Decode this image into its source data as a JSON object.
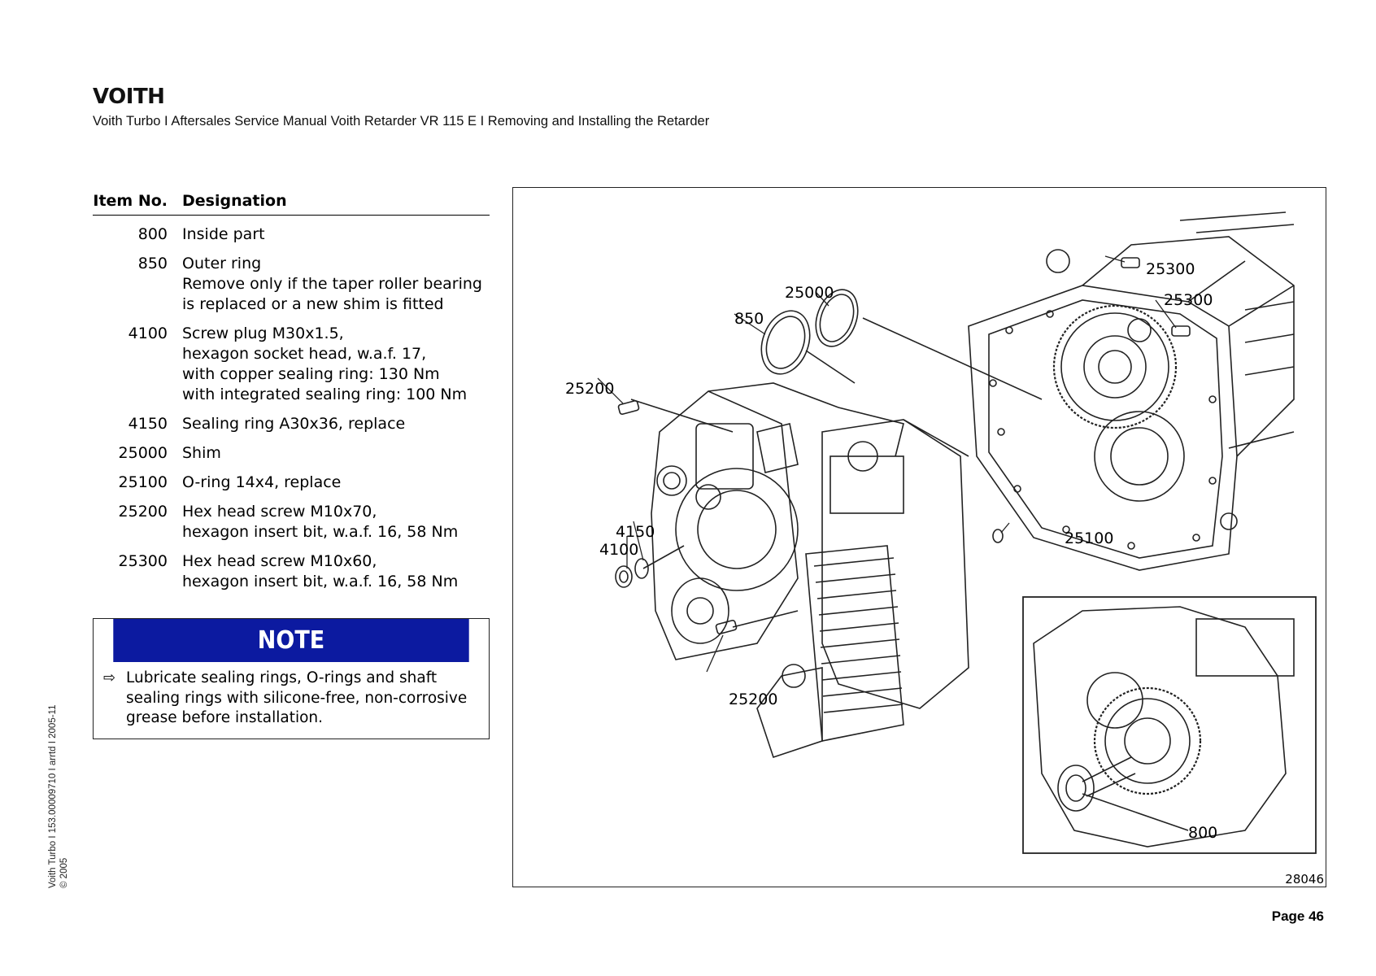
{
  "header": {
    "logo": "VOITH",
    "subtitle": "Voith Turbo I Aftersales Service Manual Voith Retarder VR 115 E I Removing and Installing the Retarder"
  },
  "parts_table": {
    "headers": [
      "Item No.",
      "Designation"
    ],
    "rows": [
      {
        "no": "800",
        "lines": [
          "Inside part"
        ]
      },
      {
        "no": "850",
        "lines": [
          "Outer ring",
          "Remove only if the taper roller bearing",
          "is replaced or a new shim is fitted"
        ]
      },
      {
        "no": "4100",
        "lines": [
          "Screw plug M30x1.5,",
          "hexagon socket head, w.a.f. 17,",
          "with copper sealing ring: 130 Nm",
          "with integrated sealing ring: 100 Nm"
        ]
      },
      {
        "no": "4150",
        "lines": [
          "Sealing ring A30x36, replace"
        ]
      },
      {
        "no": "25000",
        "lines": [
          "Shim"
        ]
      },
      {
        "no": "25100",
        "lines": [
          "O-ring 14x4, replace"
        ]
      },
      {
        "no": "25200",
        "lines": [
          "Hex head screw M10x70,",
          "hexagon insert bit, w.a.f. 16, 58 Nm"
        ]
      },
      {
        "no": "25300",
        "lines": [
          "Hex head screw M10x60,",
          "hexagon insert bit, w.a.f. 16, 58 Nm"
        ]
      }
    ]
  },
  "note": {
    "title": "NOTE",
    "arrow_icon": "⇨",
    "lines": [
      "Lubricate sealing rings, O-rings and shaft",
      "sealing rings with silicone-free, non-corrosive",
      "grease before installation."
    ]
  },
  "figure": {
    "callouts": {
      "c25000": "25000",
      "c850": "850",
      "c25300a": "25300",
      "c25300b": "25300",
      "c25200a": "25200",
      "c25200b": "25200",
      "c4150": "4150",
      "c4100": "4100",
      "c25100": "25100",
      "c800": "800"
    },
    "figure_number": "28046"
  },
  "sidebar": {
    "line1": "Voith Turbo I 153.00009710 I arrtd I 2005-11",
    "line2": "© 2005"
  },
  "footer": {
    "page": "Page 46"
  }
}
